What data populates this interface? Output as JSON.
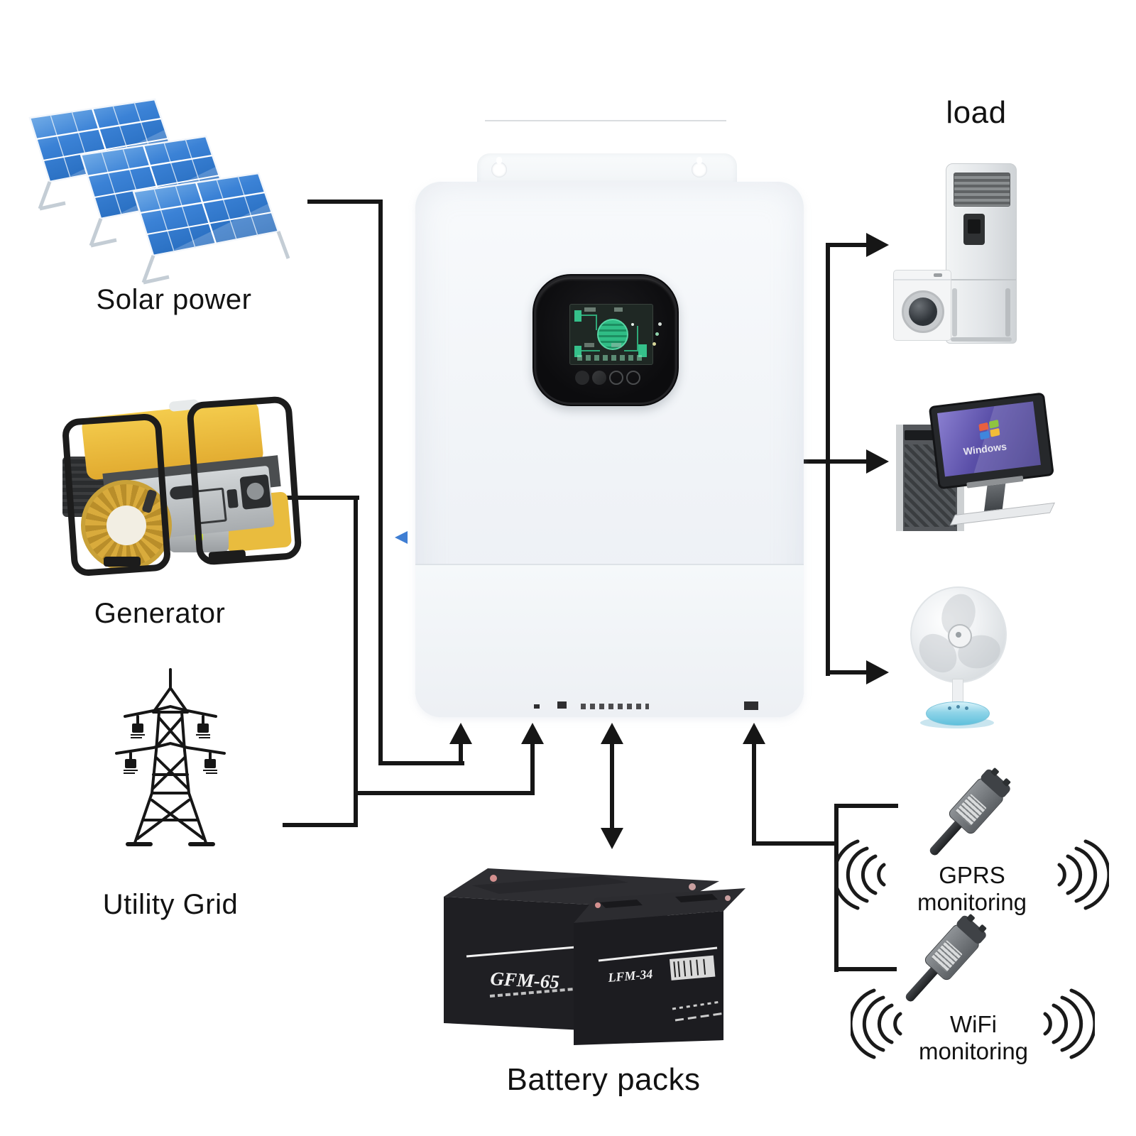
{
  "labels": {
    "load": "load",
    "solar_power": "Solar power",
    "generator": "Generator",
    "utility_grid": "Utility Grid",
    "battery_packs": "Battery packs",
    "gprs_monitoring": "GPRS monitoring",
    "wifi_monitoring": "WiFi monitoring"
  },
  "batteries": {
    "large_model": "GFM-65",
    "small_model": "LFM-34"
  },
  "monitor": {
    "screen_text": "Windows"
  },
  "colors": {
    "line": "#161616",
    "solar_blue": "#2c78cc",
    "generator_yellow": "#edc23f",
    "inverter_body": "#f3f6f9",
    "lcd_green": "#2fbd85",
    "fan_base_blue": "#6ec8e2"
  }
}
